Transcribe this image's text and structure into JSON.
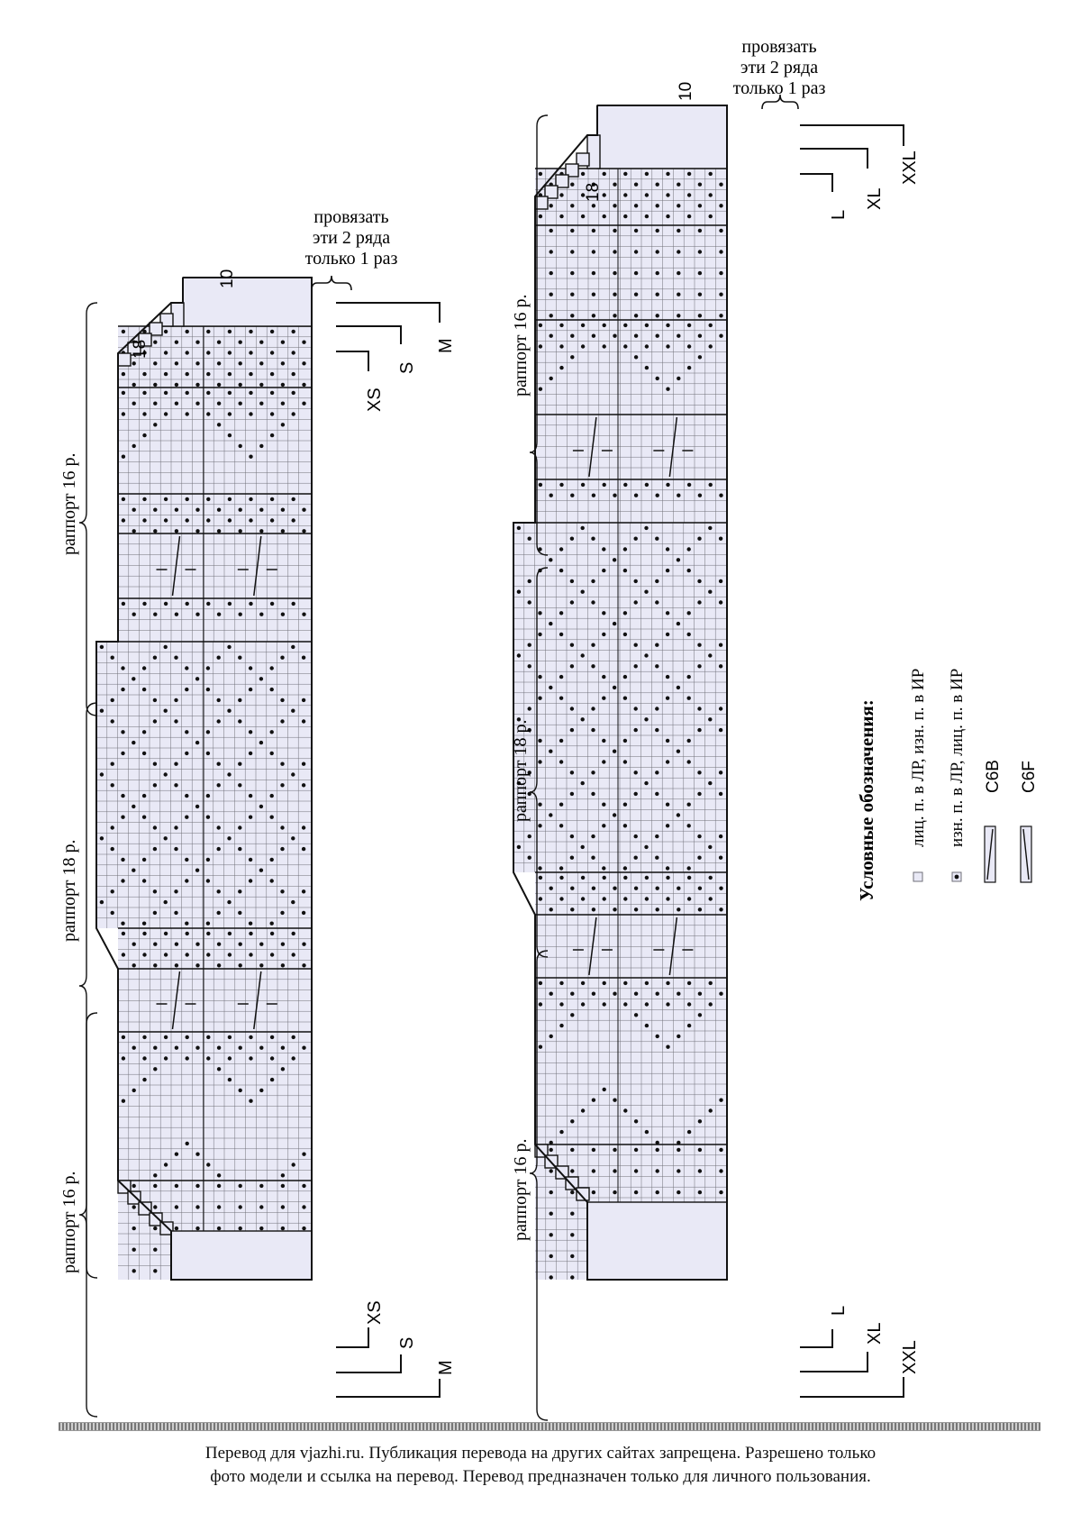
{
  "charts": [
    {
      "id": "left",
      "row_label": "10",
      "top_row_label": "18",
      "note_lines": [
        "провязать",
        "эти 2 ряда",
        "только 1 раз"
      ],
      "top_size_labels": [
        "XS",
        "S",
        "M"
      ],
      "bottom_size_labels": [
        "XS",
        "S",
        "M"
      ],
      "repeat_labels": [
        "раппорт 16 р.",
        "раппорт 18 р.",
        "раппорт 16 р."
      ]
    },
    {
      "id": "right",
      "row_label": "10",
      "top_row_label": "18",
      "note_lines": [
        "провязать",
        "эти 2 ряда",
        "только 1 раз"
      ],
      "top_size_labels": [
        "L",
        "XL",
        "XXL"
      ],
      "bottom_size_labels": [
        "L",
        "XL",
        "XXL"
      ],
      "repeat_labels": [
        "раппорт 16 р.",
        "раппорт 18 р.",
        "раппорт 16 р."
      ]
    }
  ],
  "legend": {
    "title": "Условные обозначения:",
    "items": [
      {
        "symbol": "empty-cell",
        "label": "лиц. п. в ЛР, изн. п. в ИР"
      },
      {
        "symbol": "dot-cell",
        "label": "изн. п. в ЛР, лиц. п. в ИР"
      },
      {
        "symbol": "cable-back",
        "label": "С6В"
      },
      {
        "symbol": "cable-front",
        "label": "С6F"
      }
    ]
  },
  "footer": {
    "line1": "Перевод для vjazhi.ru. Публикация перевода на других сайтах запрещена. Разрешено только",
    "line2": "фото модели и ссылка на перевод.  Перевод предназначен только для личного пользования."
  },
  "colors": {
    "cell_fill": "#e9e9f6",
    "grid": "#6f6f78",
    "outline": "#111111",
    "dot": "#111111"
  }
}
